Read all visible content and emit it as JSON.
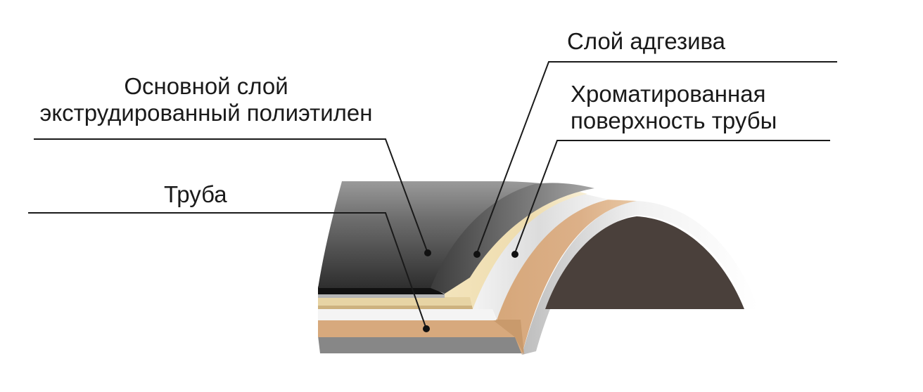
{
  "labels": {
    "adhesive": "Слой адгезива",
    "main_layer": {
      "line1": "Основной слой",
      "line2": "экструдированный полиэтилен"
    },
    "chromated": {
      "line1": "Хроматированная",
      "line2": "поверхность трубы"
    },
    "pipe": "Труба"
  },
  "colors": {
    "polyethylene": "#5e5e5e",
    "polyethylene_dark": "#3a3a3a",
    "adhesive": "#f1e2b8",
    "chromated": "#e9e9e9",
    "pipe_metal": "#d8a97c",
    "pipe_inner": "#4a3f3a",
    "base": "#8a8a8a",
    "leader_line": "#1a1a1a"
  }
}
